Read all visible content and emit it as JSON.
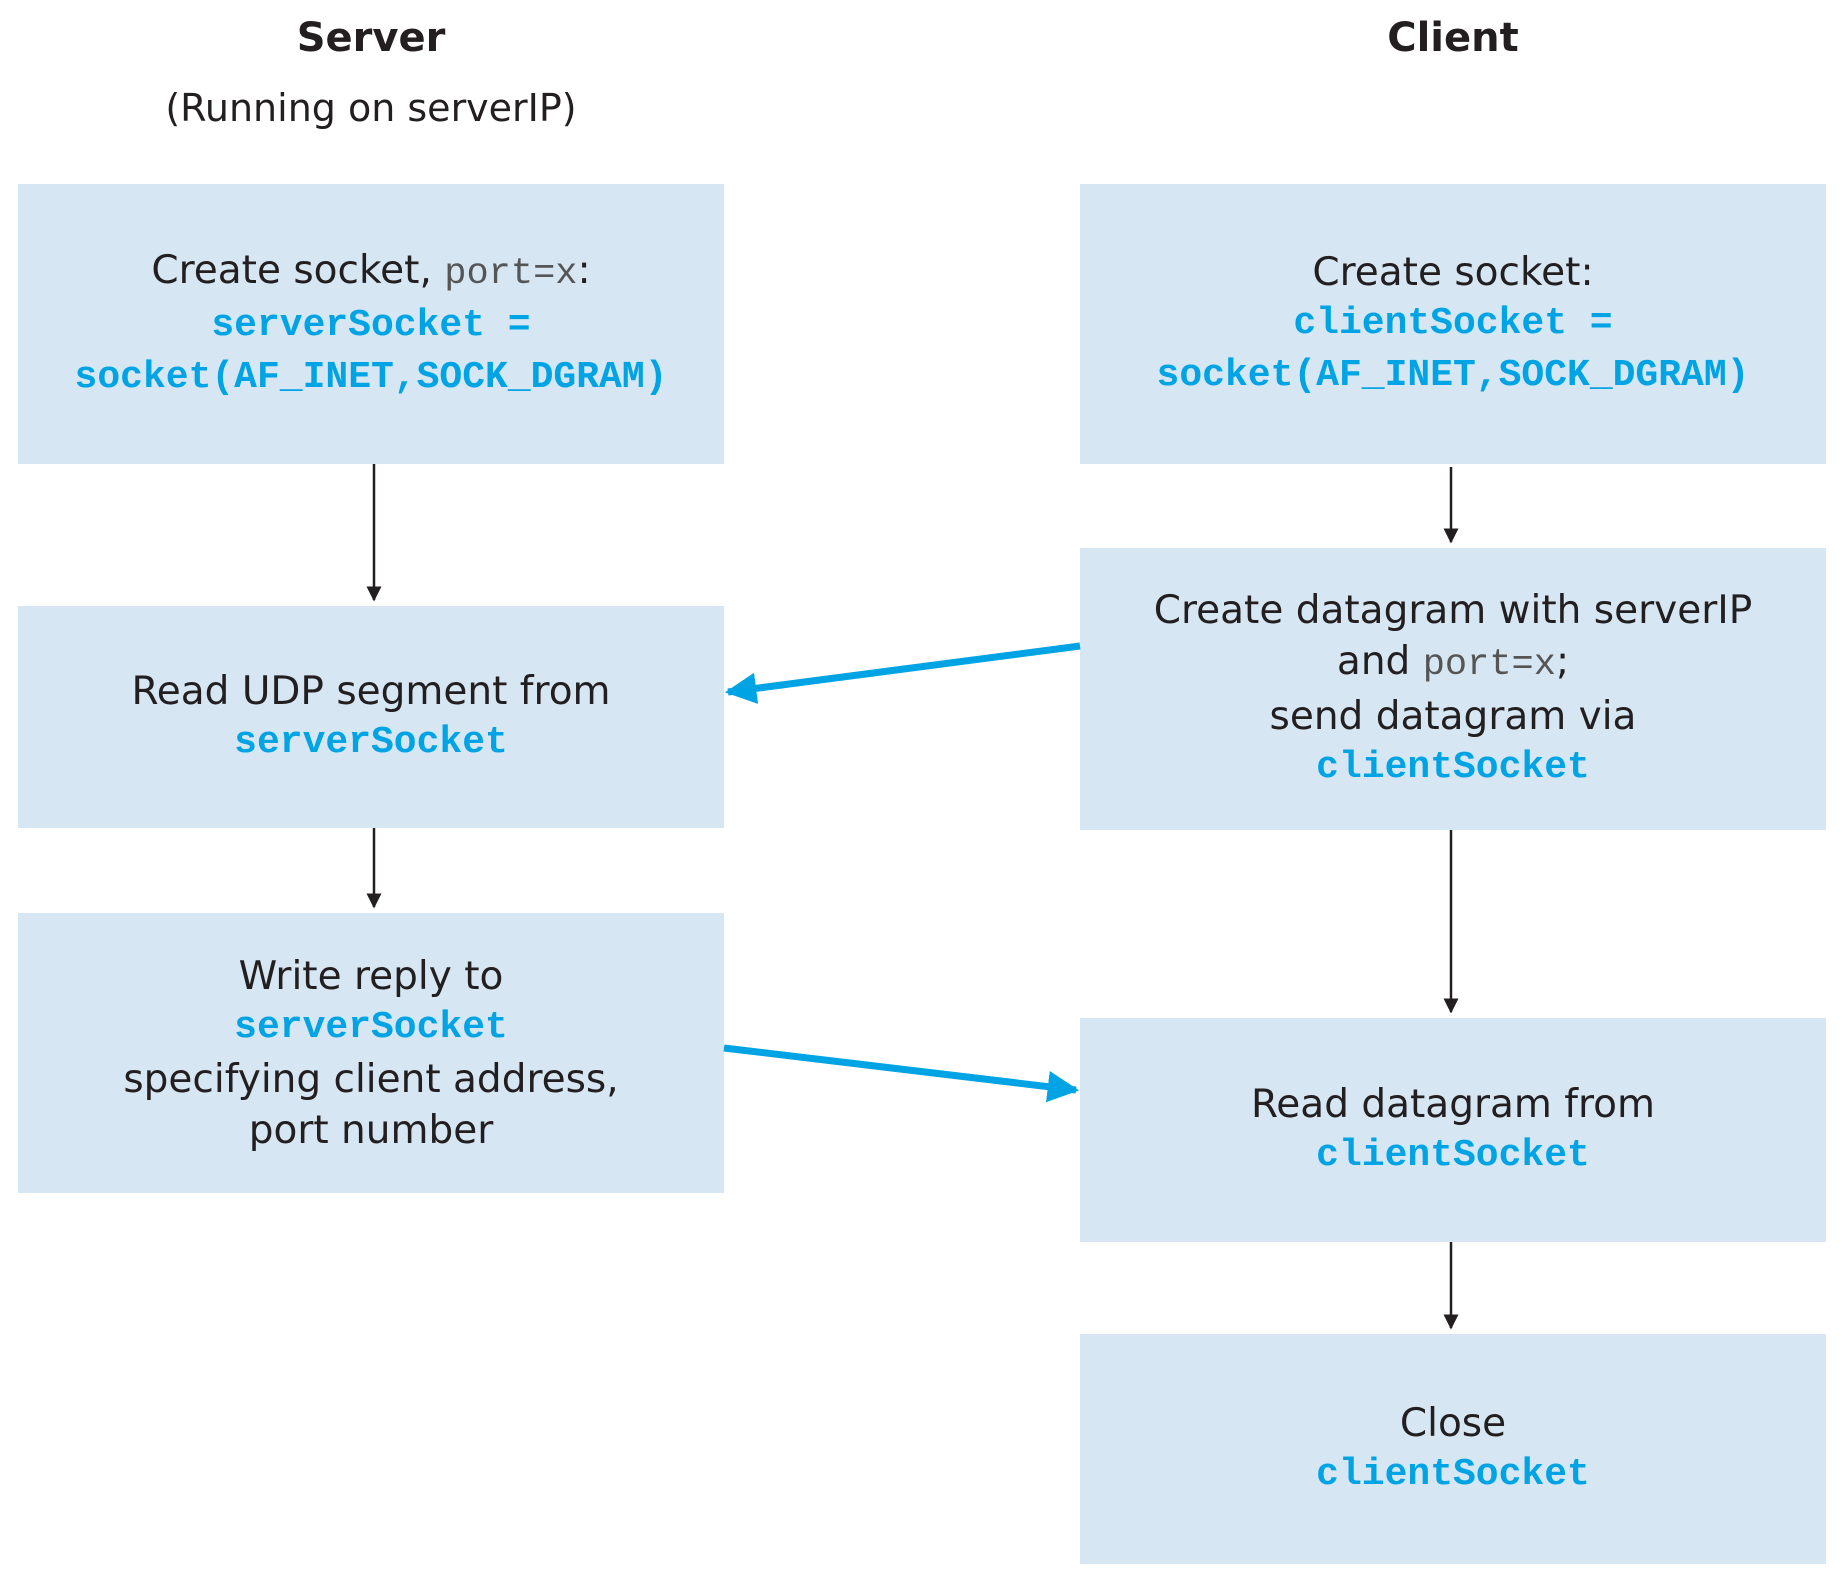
{
  "server": {
    "title": "Server",
    "subtitle": "(Running on serverIP)",
    "create": {
      "text_before": "Create  socket, ",
      "port_code": "port=x",
      "text_after": ":",
      "code_line1": "serverSocket =",
      "code_line2": "socket(AF_INET,SOCK_DGRAM)"
    },
    "read": {
      "text": "Read UDP segment from",
      "code": "serverSocket"
    },
    "write": {
      "text": "Write reply to",
      "code": "serverSocket",
      "text_line2": "specifying client address,",
      "text_line3": "port number"
    }
  },
  "client": {
    "title": "Client",
    "create": {
      "text": "Create socket:",
      "code_line1": "clientSocket =",
      "code_line2": "socket(AF_INET,SOCK_DGRAM)"
    },
    "send": {
      "text_line1": "Create datagram with serverIP",
      "text_and": "and ",
      "port_code": "port=x",
      "text_semicolon": ";",
      "text_line3": "send datagram via",
      "code": "clientSocket"
    },
    "read": {
      "text": "Read datagram from",
      "code": "clientSocket"
    },
    "close": {
      "text": "Close",
      "code": "clientSocket"
    }
  },
  "colors": {
    "box_fill": "#d6e7f3",
    "code_text": "#00a4e4",
    "message_arrow": "#00a4e4",
    "flow_arrow": "#231f20"
  }
}
